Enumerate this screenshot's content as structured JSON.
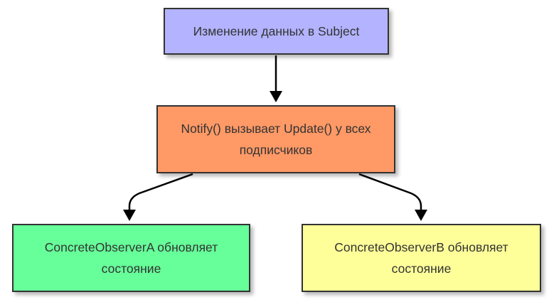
{
  "diagram": {
    "nodes": [
      {
        "id": "subject",
        "label": "Изменение данных в Subject",
        "color": "#b3b3ff"
      },
      {
        "id": "notify",
        "label": "Notify() вызывает Update() у всех подписчиков",
        "color": "#ff9966"
      },
      {
        "id": "observer_a",
        "label": "ConcreteObserverA обновляет состояние",
        "color": "#66ff99"
      },
      {
        "id": "observer_b",
        "label": "ConcreteObserverB обновляет состояние",
        "color": "#ffff99"
      }
    ],
    "edges": [
      {
        "from": "subject",
        "to": "notify"
      },
      {
        "from": "notify",
        "to": "observer_a"
      },
      {
        "from": "notify",
        "to": "observer_b"
      }
    ]
  }
}
